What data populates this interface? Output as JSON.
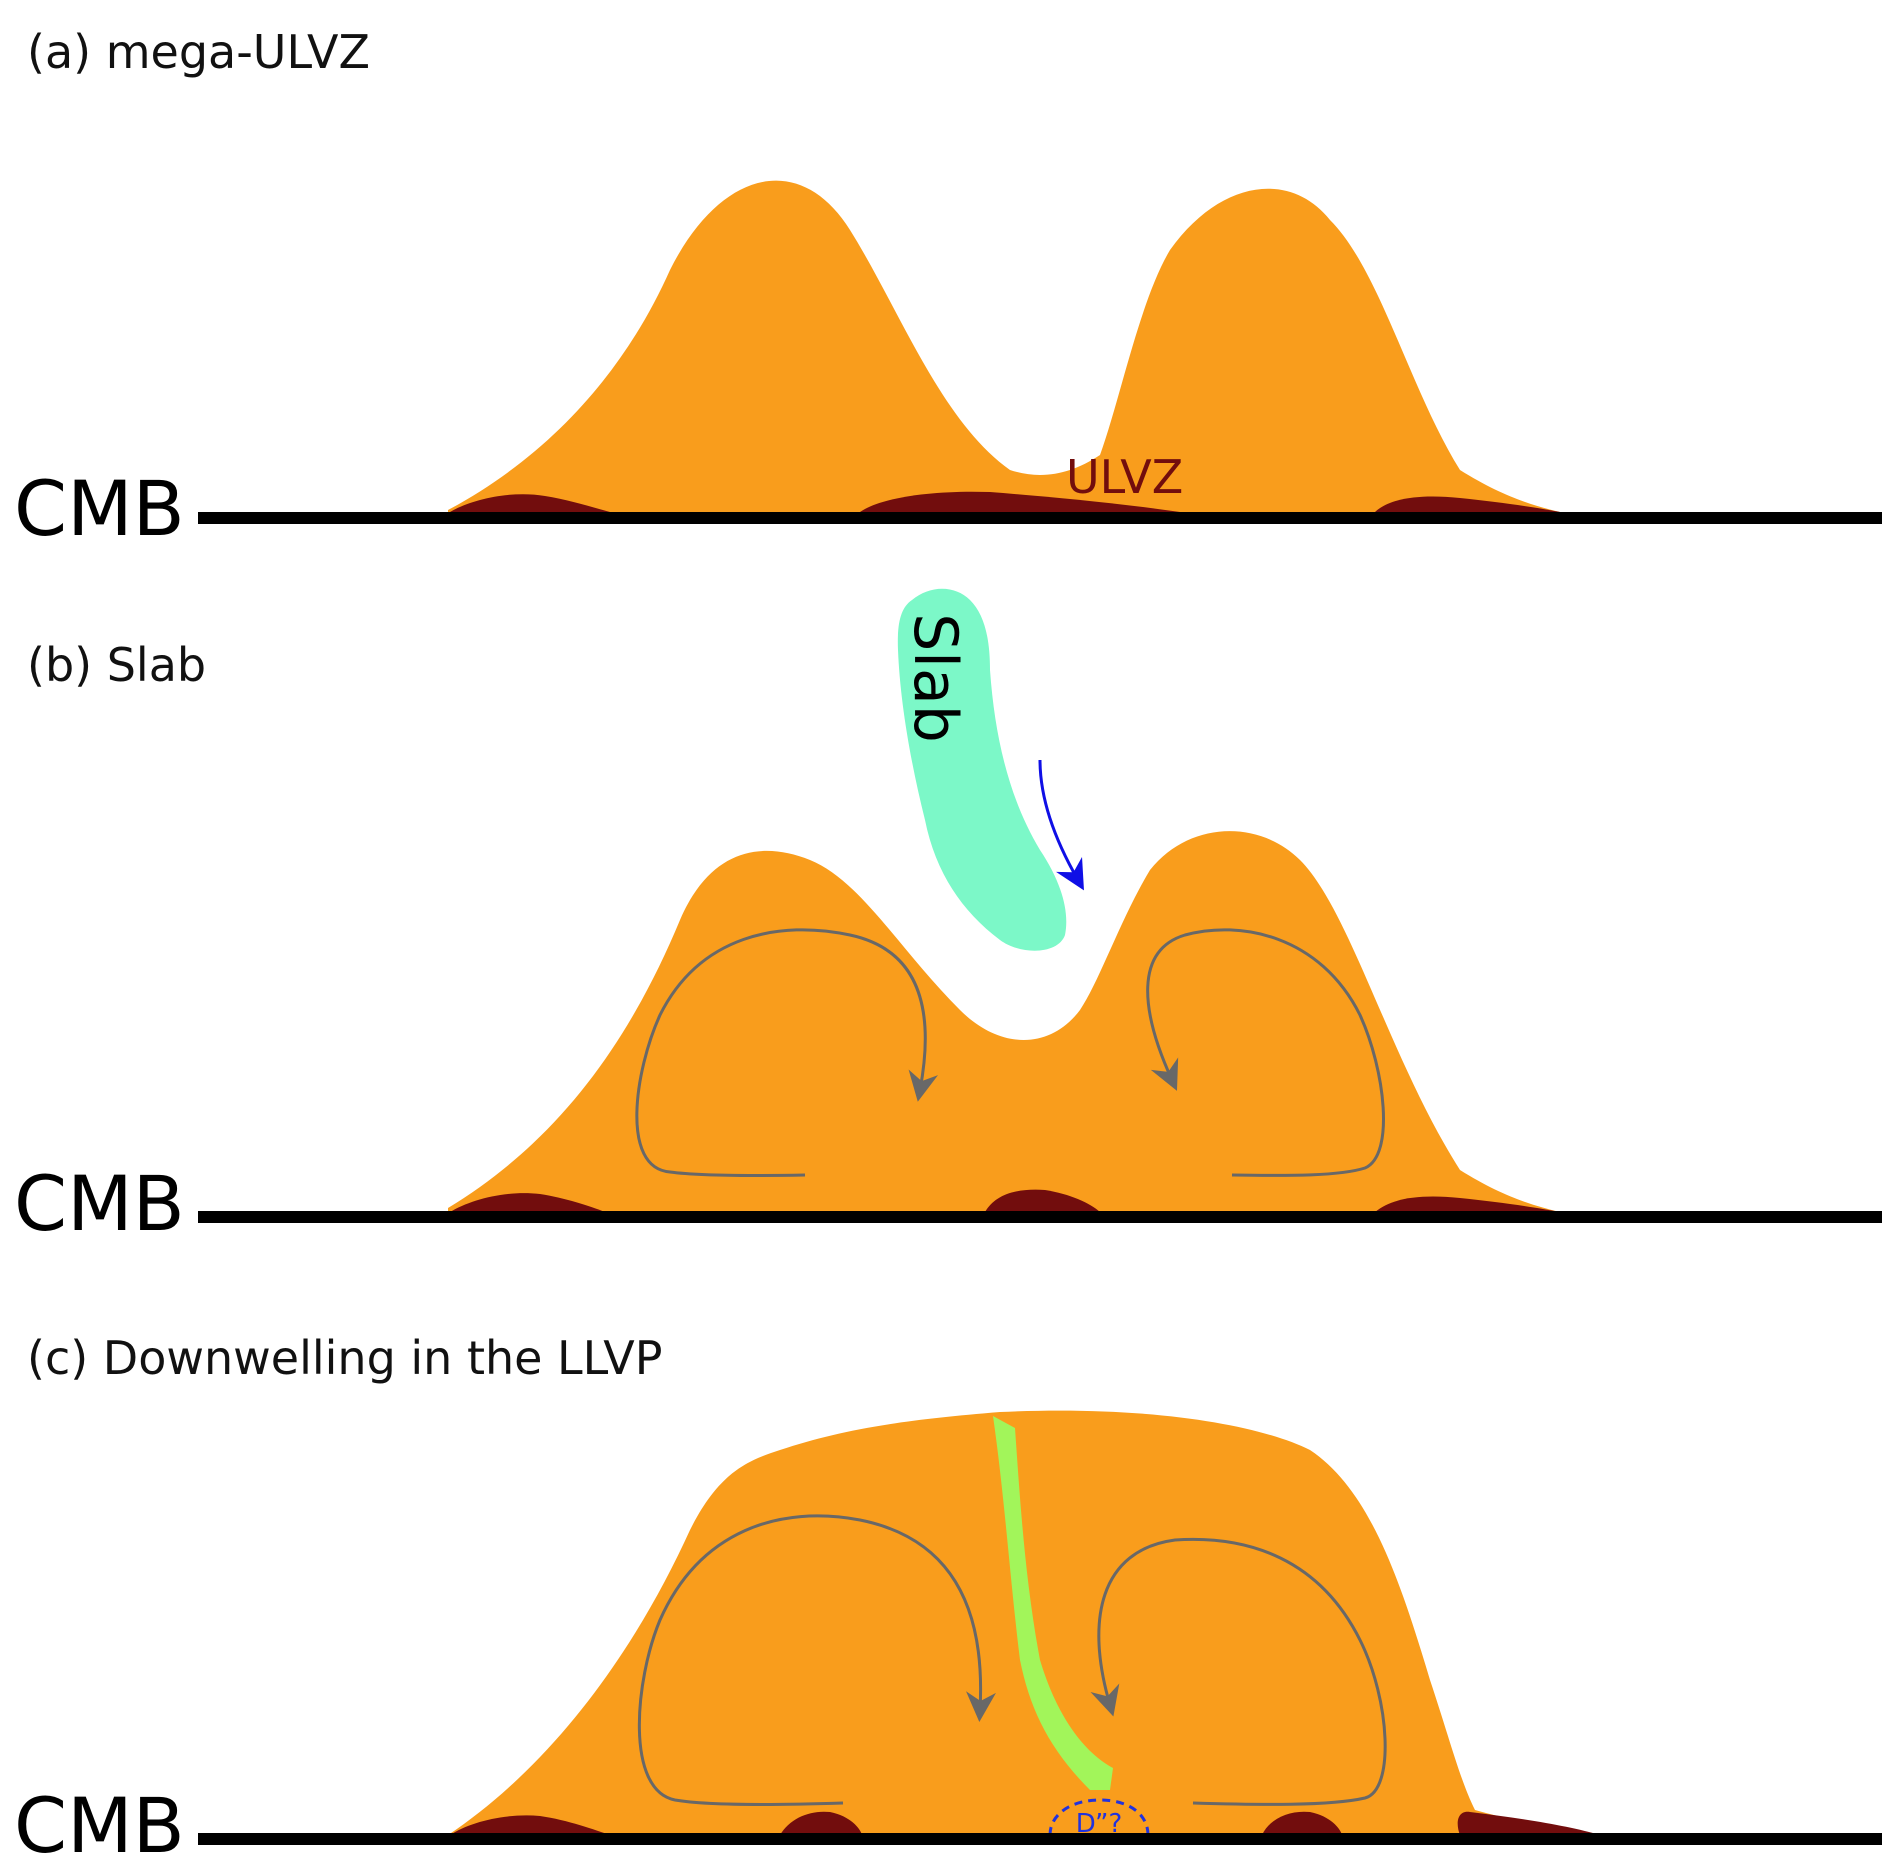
{
  "panels": [
    {
      "id": "a",
      "title": "(a) mega-ULVZ",
      "cmb_label": "CMB",
      "ulvz_label": "ULVZ"
    },
    {
      "id": "b",
      "title": "(b) Slab",
      "cmb_label": "CMB",
      "slab_label": "Slab"
    },
    {
      "id": "c",
      "title": "(c) Downwelling in the LLVP",
      "cmb_label": "CMB",
      "dpp_label": "D”?"
    }
  ],
  "colors": {
    "llvp": "#f99d1c",
    "ulvz": "#720d0d",
    "cmb_line": "#000000",
    "slab": "#7cf8c8",
    "slab_arrow": "#0f0fe6",
    "flow_arrow": "#686868",
    "downwelling": "#a2f55a",
    "dpp_outline": "#2233dd",
    "ulvz_text": "#720d0d"
  },
  "icons": {
    "flow": "circulation-arrow-icon",
    "sinking": "sinking-arrow-icon"
  }
}
